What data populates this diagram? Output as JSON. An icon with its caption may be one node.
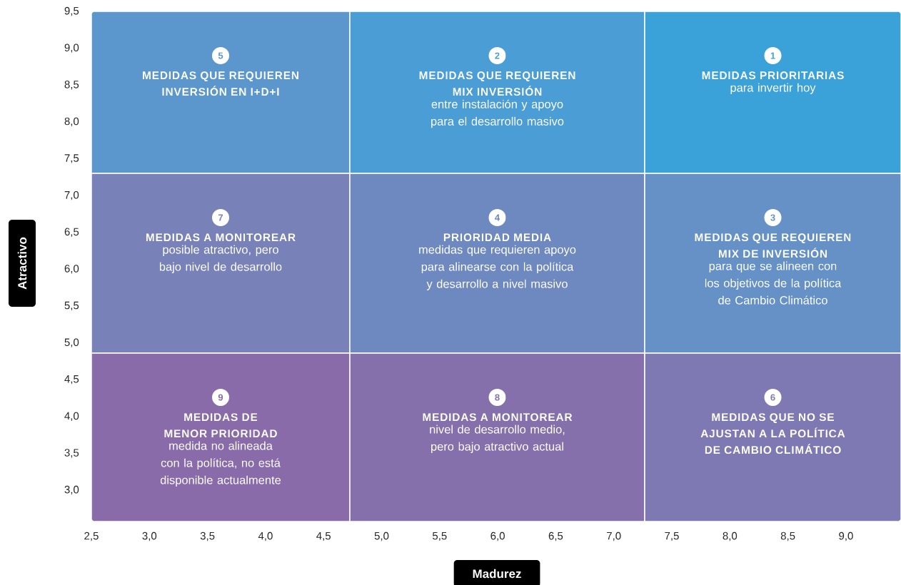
{
  "diagram": {
    "nodes": [
      {
        "text": [
          "MEDIDAS QUE REQUIEREN INVERSIÓN EN I+D+I"
        ]
      },
      {
        "text": [
          "5"
        ],
        "in": 0
      },
      {
        "text": [
          "MEDIDAS QUE REQUIEREN MIX INVERSIÓN",
          "entre instalación y apoyo para el desarrollo masivo"
        ]
      },
      {
        "text": [
          "2"
        ],
        "in": 2
      },
      {
        "text": [
          "MEDIDAS PRIORITARIAS",
          "para invertir hoy"
        ]
      },
      {
        "text": [
          "1"
        ],
        "in": 4
      },
      {
        "text": [
          "MEDIDAS A MONITOREAR",
          "posible atractivo, pero bajo nivel de desarrollo"
        ]
      },
      {
        "text": [
          "7"
        ],
        "in": 6
      },
      {
        "text": [
          "PRIORIDAD MEDIA",
          "medidas que requieren apoyo para alinearse con la política y desarrollo a nivel masivo"
        ]
      },
      {
        "text": [
          "4"
        ],
        "in": 8
      },
      {
        "text": [
          "MEDIDAS QUE REQUIEREN MIX DE INVERSIÓN",
          "para que se alineen con los objetivos de la política de Cambio Climático"
        ]
      },
      {
        "text": [
          "3"
        ],
        "in": 10
      },
      {
        "text": [
          "MEDIDAS DE MENOR PRIORIDAD",
          "medida no alineada con la política, no está disponible actualmente"
        ]
      },
      {
        "text": [
          "9"
        ],
        "in": 12
      },
      {
        "text": [
          "MEDIDAS A MONITOREAR",
          "nivel de desarrollo medio, pero bajo atractivo actual"
        ]
      },
      {
        "text": [
          "8"
        ],
        "in": 14
      },
      {
        "text": [
          "MEDIDAS QUE NO SE AJUSTAN A LA POLÍTICA DE CAMBIO CLIMÁTICO"
        ]
      },
      {
        "text": [
          "6"
        ],
        "in": 16
      },
      {
        "text": [
          "Atractivo"
        ]
      },
      {
        "text": [
          "Madurez"
        ]
      }
    ],
    "labels": [
      "9,5",
      "9,0",
      "8,5",
      "8,0",
      "7,5",
      "7,0",
      "6,5",
      "6,0",
      "5,5",
      "5,0",
      "4,5",
      "4,0",
      "3,5",
      "3,0",
      "2,5",
      "3,0",
      "3,5",
      "4,0",
      "4,5",
      "5,0",
      "5,5",
      "6,0",
      "6,5",
      "7,0",
      "7,5",
      "8,0",
      "8,5",
      "9,0"
    ]
  }
}
